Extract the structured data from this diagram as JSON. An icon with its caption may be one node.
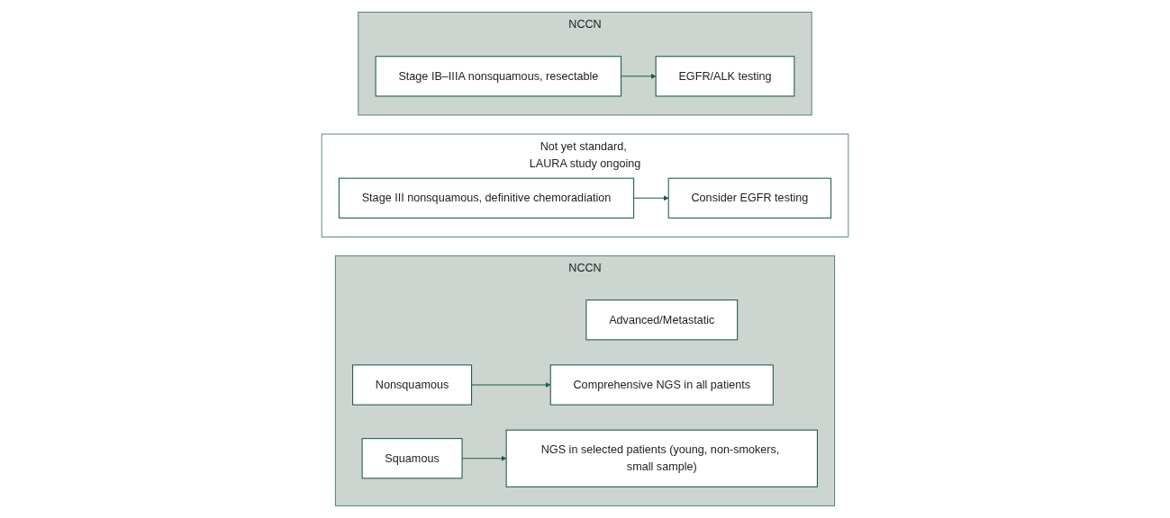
{
  "diagram": {
    "nodes": [
      {
        "text": [
          "NCCN"
        ]
      },
      {
        "text": [
          "Stage IB–IIIA nonsquamous, resectable"
        ],
        "in": 0
      },
      {
        "text": [
          "EGFR/ALK testing"
        ],
        "in": 0
      },
      {
        "text": [
          "Not yet standard, LAURA study ongoing"
        ]
      },
      {
        "text": [
          "Stage III nonsquamous, definitive chemoradiation"
        ],
        "in": 3
      },
      {
        "text": [
          "Consider EGFR testing"
        ],
        "in": 3
      },
      {
        "text": [
          "NCCN"
        ]
      },
      {
        "text": [
          "Advanced/Metastatic"
        ],
        "in": 6
      },
      {
        "text": [
          "Nonsquamous"
        ],
        "in": 6
      },
      {
        "text": [
          "Comprehensive NGS in all patients"
        ],
        "in": 6
      },
      {
        "text": [
          "Squamous"
        ],
        "in": 6
      },
      {
        "text": [
          "NGS in selected patients (young, non-smokers, small sample)"
        ],
        "in": 6
      }
    ],
    "edges": [
      {
        "from": 1,
        "to": 2,
        "arrow": "to"
      },
      {
        "from": 4,
        "to": 5,
        "arrow": "to"
      },
      {
        "from": 8,
        "to": 9,
        "arrow": "to"
      },
      {
        "from": 10,
        "to": 11,
        "arrow": "to"
      }
    ]
  }
}
